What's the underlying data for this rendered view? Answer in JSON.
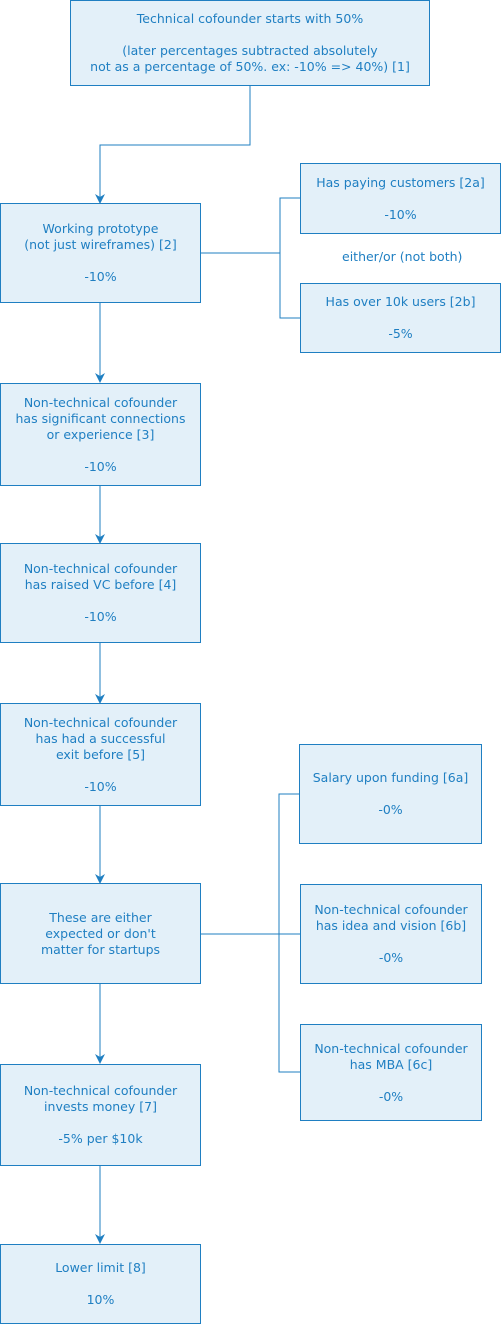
{
  "nodes": {
    "n1": {
      "title": "Technical cofounder starts with 50%",
      "note_line1": "(later percentages subtracted absolutely",
      "note_line2": "not as a percentage of 50%. ex: -10% => 40%) [1]"
    },
    "n2": {
      "line1": "Working prototype",
      "line2": "(not just wireframes) [2]",
      "value": "-10%"
    },
    "n2a": {
      "line1": "Has paying customers [2a]",
      "value": "-10%"
    },
    "n2b": {
      "line1": "Has over 10k users [2b]",
      "value": "-5%"
    },
    "n3": {
      "line1": "Non-technical cofounder",
      "line2": "has significant connections",
      "line3": "or experience [3]",
      "value": "-10%"
    },
    "n4": {
      "line1": "Non-technical cofounder",
      "line2": "has raised VC before [4]",
      "value": "-10%"
    },
    "n5": {
      "line1": "Non-technical cofounder",
      "line2": "has had a successful",
      "line3": "exit before [5]",
      "value": "-10%"
    },
    "n6": {
      "line1": "These are either",
      "line2": "expected or don't",
      "line3": "matter for startups"
    },
    "n6a": {
      "line1": "Salary upon funding [6a]",
      "value": "-0%"
    },
    "n6b": {
      "line1": "Non-technical cofounder",
      "line2": "has idea and vision [6b]",
      "value": "-0%"
    },
    "n6c": {
      "line1": "Non-technical cofounder",
      "line2": "has MBA [6c]",
      "value": "-0%"
    },
    "n7": {
      "line1": "Non-technical cofounder",
      "line2": "invests money [7]",
      "value": "-5% per $10k"
    },
    "n8": {
      "line1": "Lower limit [8]",
      "value": "10%"
    }
  },
  "labels": {
    "either_or": "either/or (not both)"
  },
  "colors": {
    "stroke": "#1f7fc2",
    "fill": "#e3f0f9",
    "text": "#1f7fc2"
  }
}
